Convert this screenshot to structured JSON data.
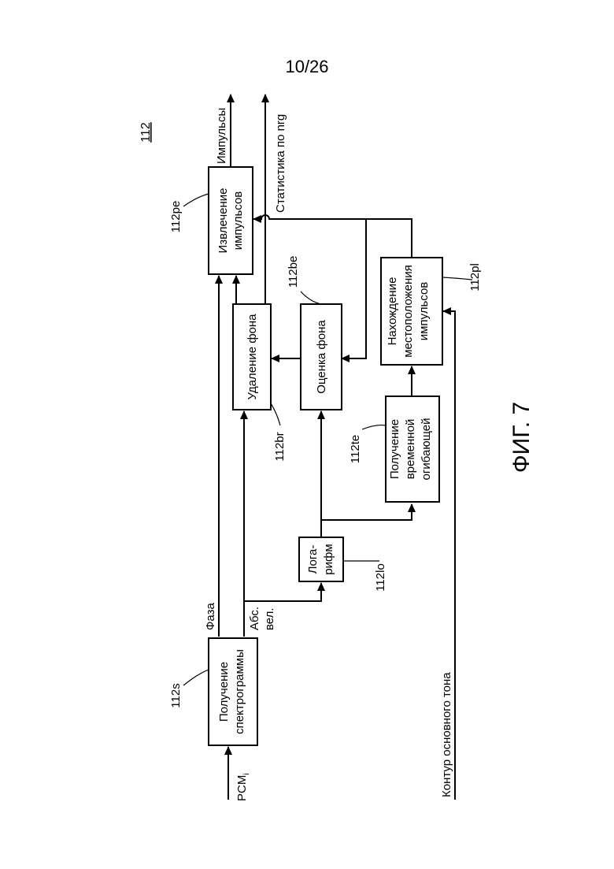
{
  "page_number": "10/26",
  "diagram_id": "112",
  "figure_caption": "ФИГ. 7",
  "blocks": {
    "spectrogram": {
      "line1": "Получение",
      "line2": "спектрограммы",
      "ref": "112s"
    },
    "pulse_extraction": {
      "line1": "Извлечение",
      "line2": "импульсов",
      "ref": "112pe"
    },
    "background_removal": {
      "line1": "Удаление фона",
      "ref": "112br"
    },
    "background_estimation": {
      "line1": "Оценка фона",
      "ref": "112be"
    },
    "pulse_location": {
      "line1": "Нахождение",
      "line2": "местоположения",
      "line3": "импульсов",
      "ref": "112pl"
    },
    "temporal_envelope": {
      "line1": "Получение",
      "line2": "временной",
      "line3": "огибающей",
      "ref": "112te"
    },
    "logarithm": {
      "line1": "Лога-",
      "line2": "рифм",
      "ref": "112lo"
    }
  },
  "signals": {
    "input_prefix": "PCM",
    "input_subscript": "i",
    "phase": "Фаза",
    "magnitude_line1": "Абс.",
    "magnitude_line2": "вел.",
    "pulses_out": "Импульсы",
    "nrg_stats": "Статистика по nrg",
    "pitch_contour": "Контур основного тона"
  }
}
